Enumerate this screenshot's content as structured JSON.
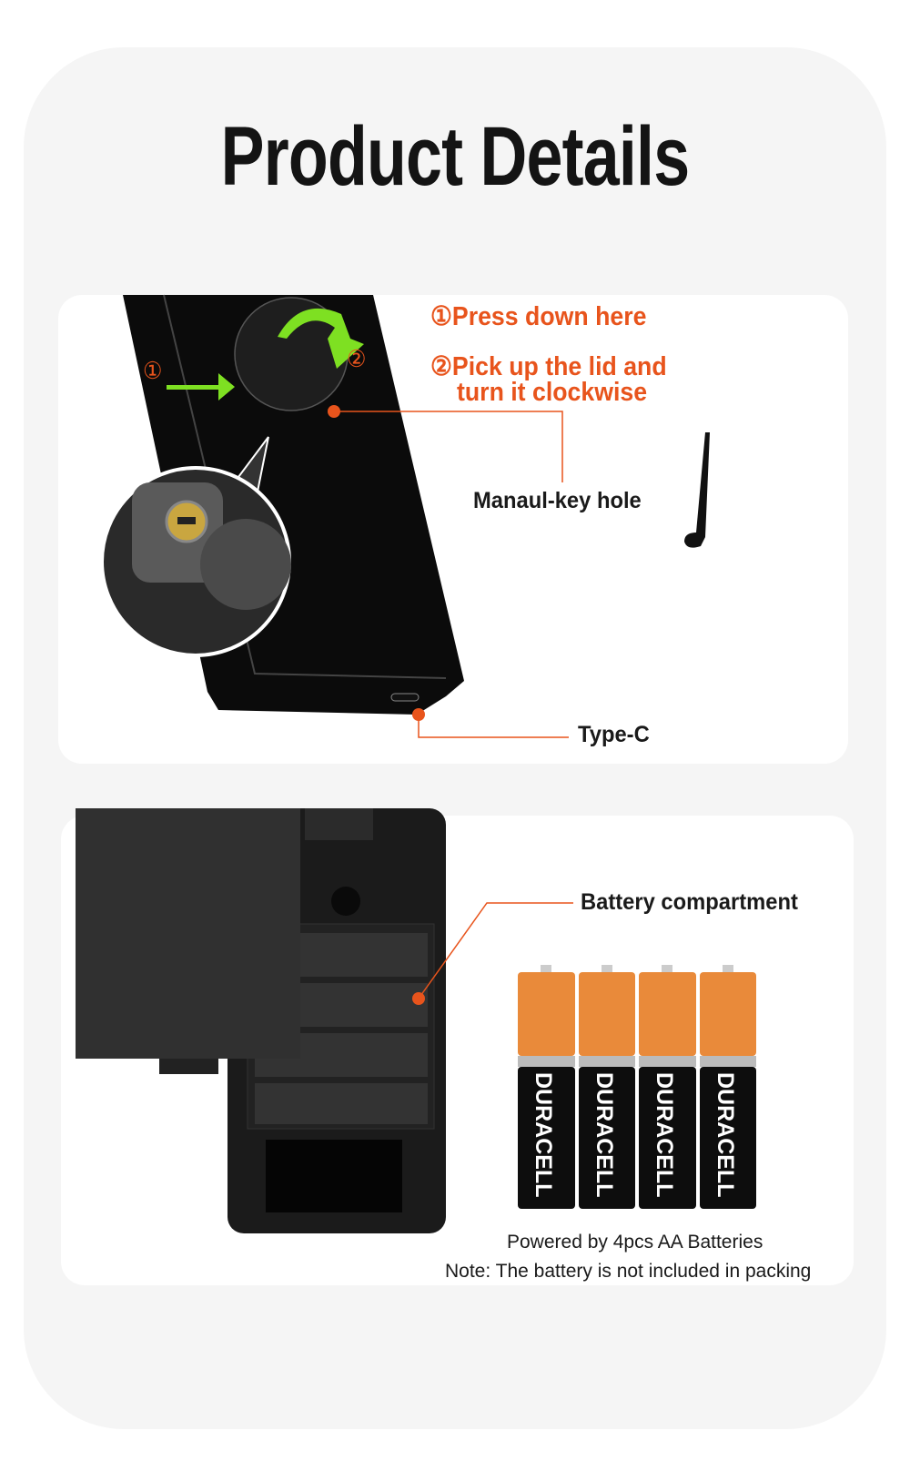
{
  "title": "Product Details",
  "panel1": {
    "step1": "①Press down here",
    "step2_line1": "②Pick up the lid and",
    "step2_line2": "turn it clockwise",
    "marker1": "①",
    "marker2": "②",
    "keyhole_label": "Manaul-key hole",
    "port_label": "Type-C"
  },
  "panel2": {
    "battery_label": "Battery compartment",
    "powered_text": "Powered by 4pcs AA Batteries",
    "note_text": "Note: The battery is not included in packing",
    "battery_brand": "DURACELL"
  },
  "colors": {
    "accent": "#e8541c",
    "arrow": "#7ee022",
    "battery_copper": "#e98a3a"
  }
}
